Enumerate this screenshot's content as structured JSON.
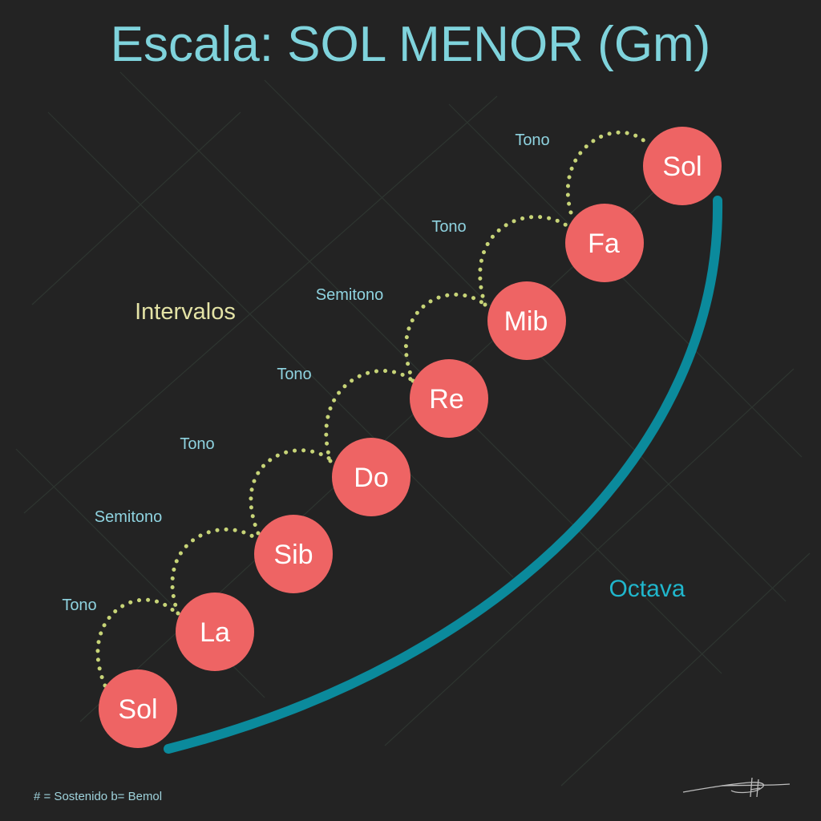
{
  "title": "Escala: SOL MENOR (Gm)",
  "intervals_heading": "Intervalos",
  "octave_label": "Octava",
  "footnote": "# = Sostenido  b= Bemol",
  "colors": {
    "background": "#232323",
    "title": "#7fd3dc",
    "note_fill": "#ee6464",
    "dots": "#c7d477",
    "octave_curve": "#0b8a9c"
  },
  "notes": [
    "Sol",
    "La",
    "Sib",
    "Do",
    "Re",
    "Mib",
    "Fa",
    "Sol"
  ],
  "intervals": [
    "Tono",
    "Semitono",
    "Tono",
    "Tono",
    "Semitono",
    "Tono",
    "Tono"
  ]
}
